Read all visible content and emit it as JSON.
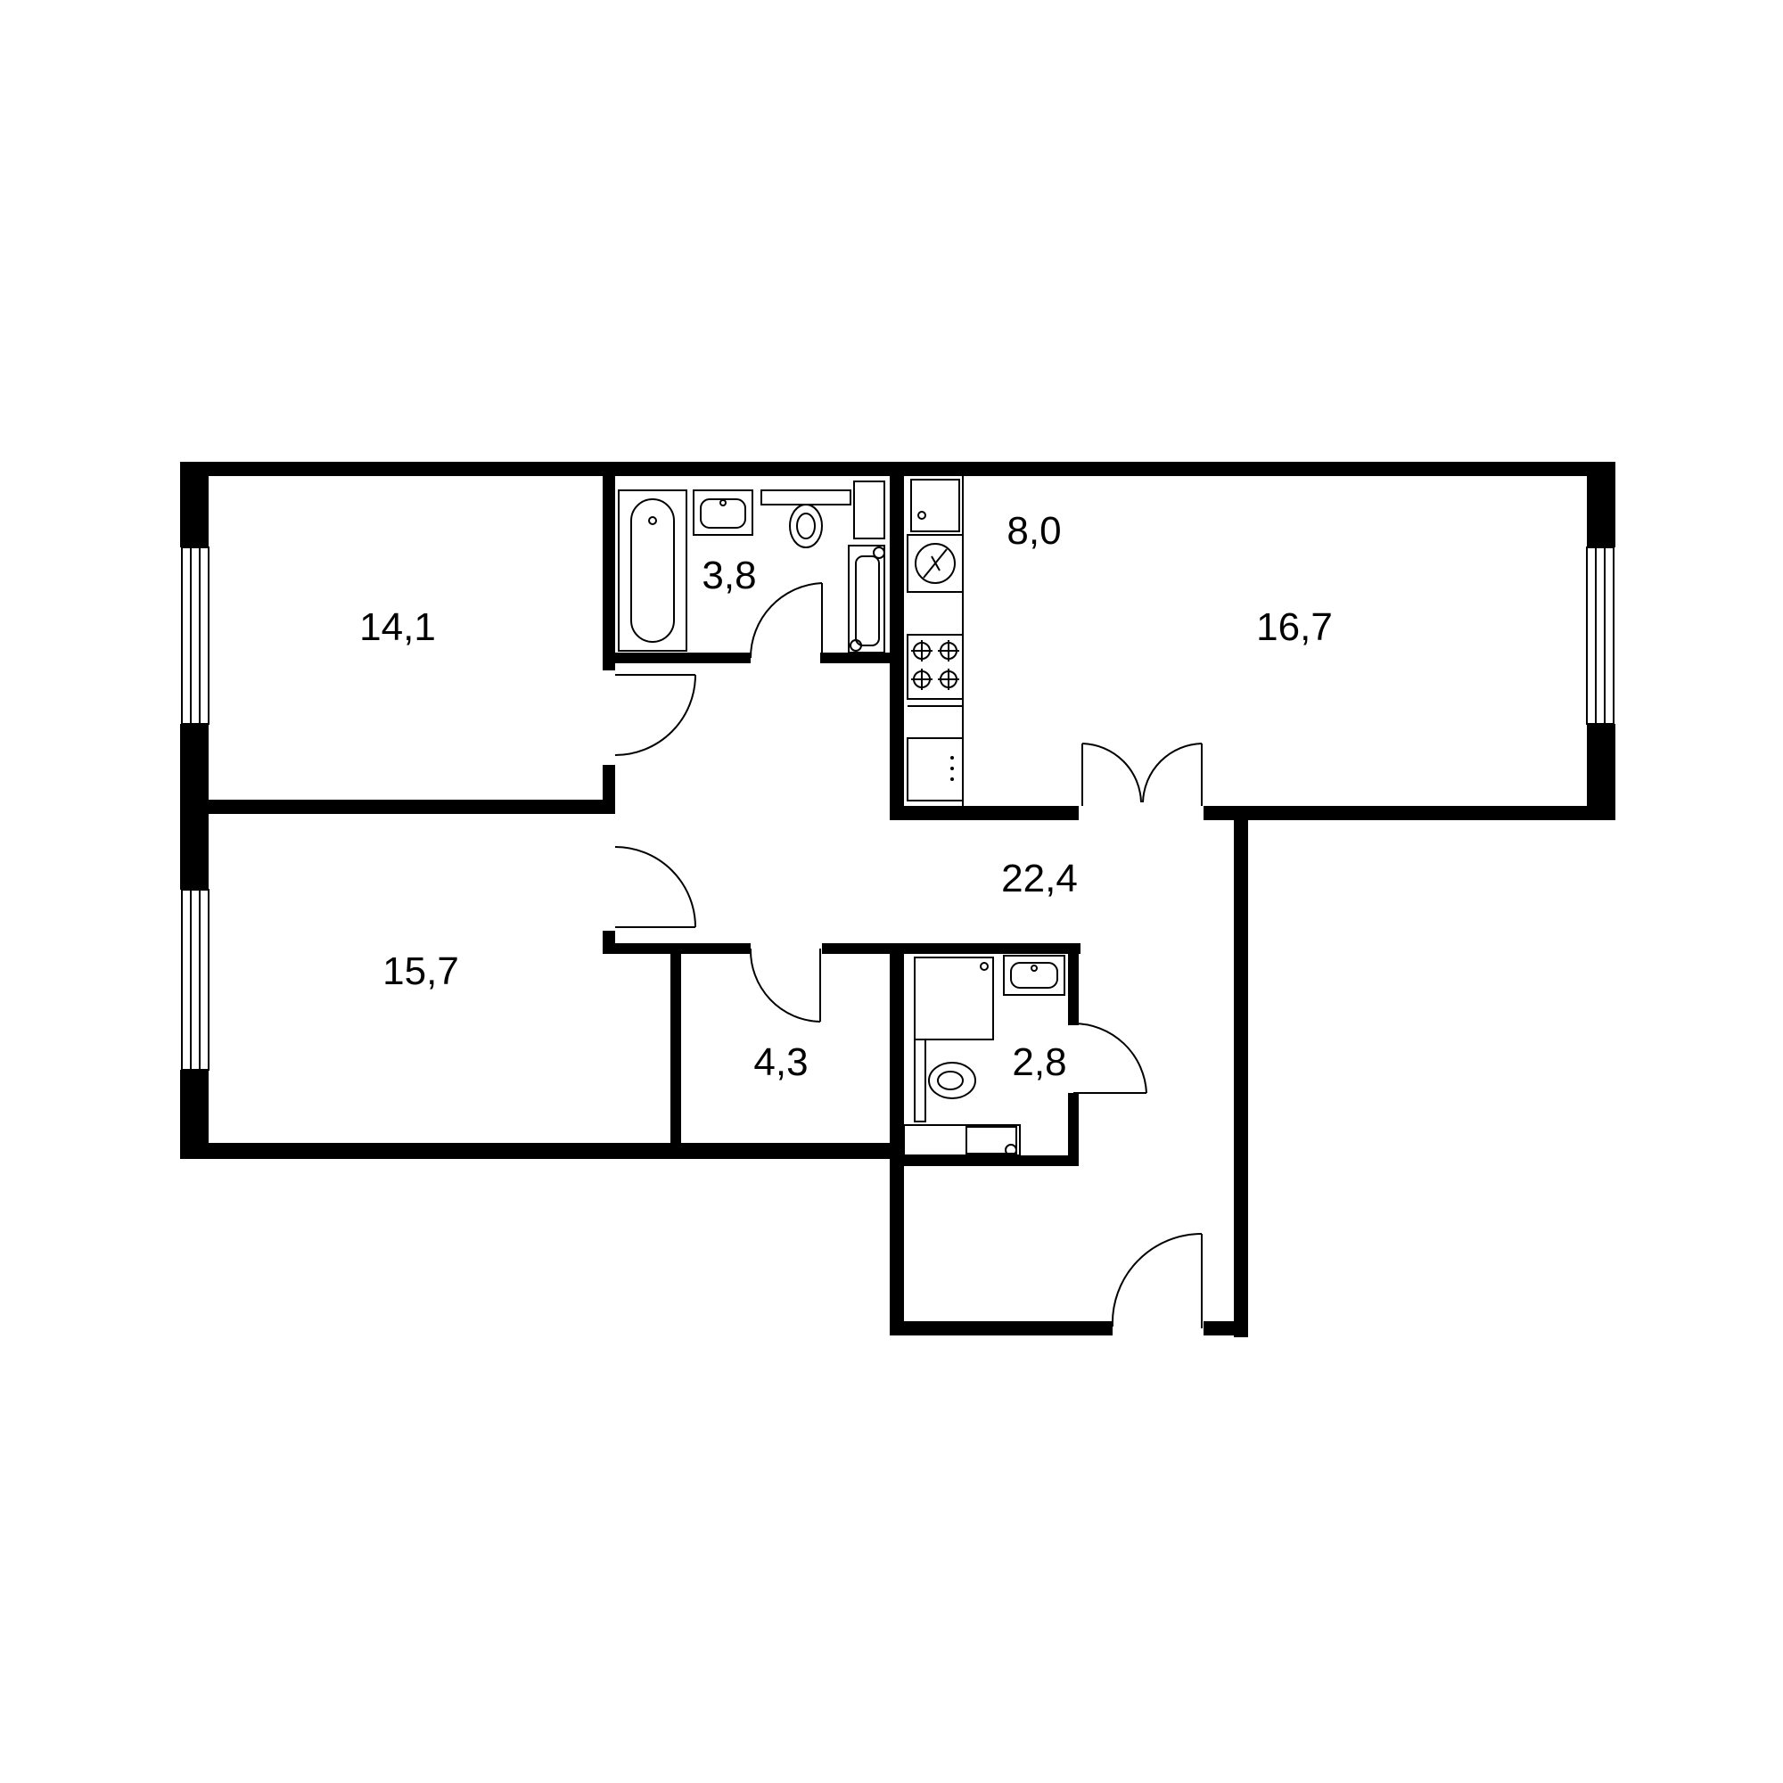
{
  "colors": {
    "wall": "#000000",
    "background": "#ffffff",
    "line": "#000000"
  },
  "rooms": [
    {
      "id": "bedroom-1",
      "area": "14,1"
    },
    {
      "id": "bathroom",
      "area": "3,8"
    },
    {
      "id": "kitchen",
      "area": "8,0"
    },
    {
      "id": "living-room",
      "area": "16,7"
    },
    {
      "id": "hallway",
      "area": "22,4"
    },
    {
      "id": "bedroom-2",
      "area": "15,7"
    },
    {
      "id": "storage",
      "area": "4,3"
    },
    {
      "id": "wc",
      "area": "2,8"
    }
  ],
  "fixtures": [
    "bathtub-icon",
    "sink-icon",
    "toilet-icon",
    "washing-machine-icon",
    "stove-icon",
    "fridge-icon",
    "shower-icon",
    "boiler-icon"
  ]
}
